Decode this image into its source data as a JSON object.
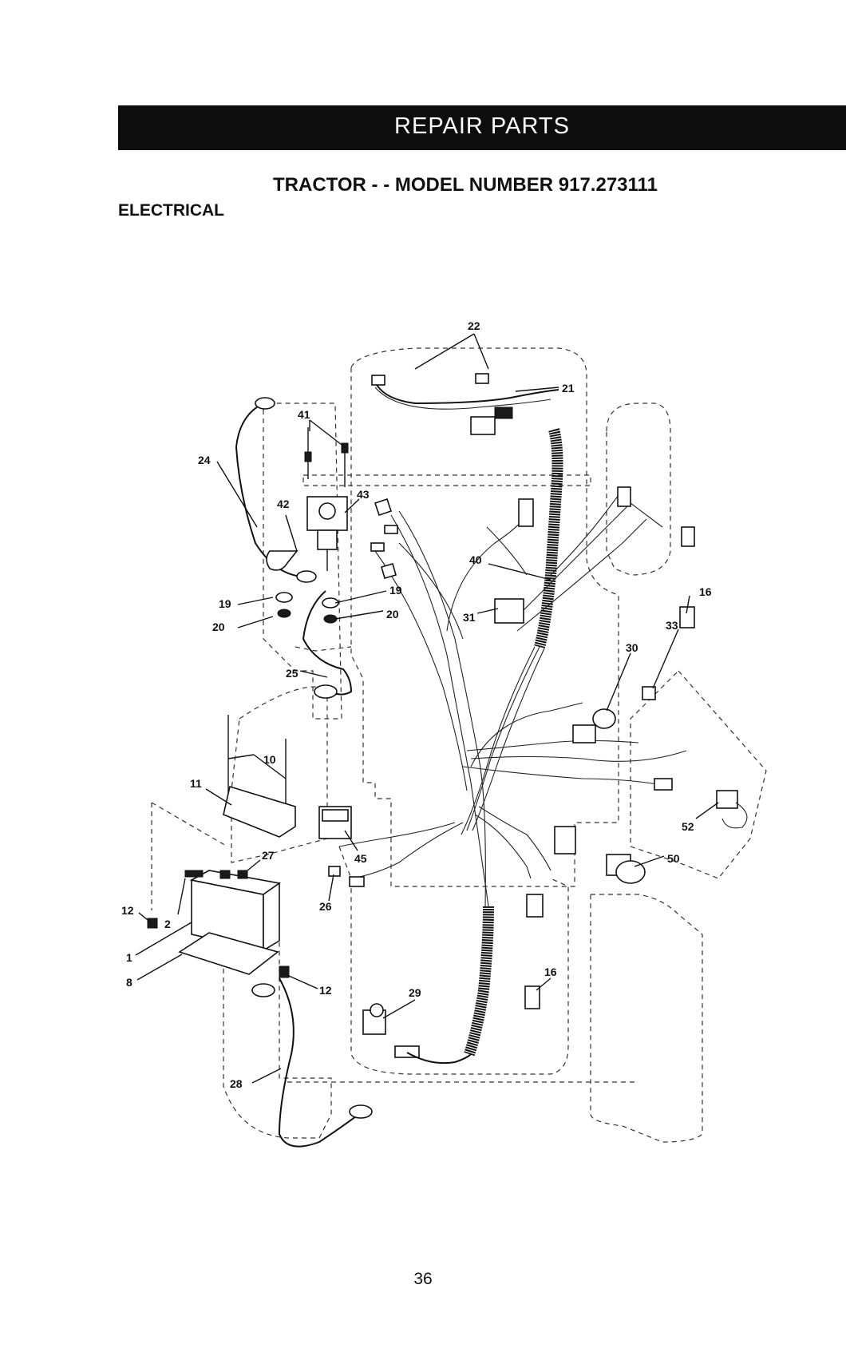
{
  "header": {
    "banner": "REPAIR PARTS"
  },
  "title": "TRACTOR - - MODEL NUMBER 917.273111",
  "section": "ELECTRICAL",
  "callouts": {
    "c1": "1",
    "c2": "2",
    "c8": "8",
    "c10": "10",
    "c11": "11",
    "c12a": "12",
    "c12b": "12",
    "c16a": "16",
    "c16b": "16",
    "c19a": "19",
    "c19b": "19",
    "c20a": "20",
    "c20b": "20",
    "c21": "21",
    "c22": "22",
    "c24": "24",
    "c25": "25",
    "c26": "26",
    "c27": "27",
    "c28": "28",
    "c29": "29",
    "c30": "30",
    "c31": "31",
    "c33": "33",
    "c40": "40",
    "c41": "41",
    "c42": "42",
    "c43": "43",
    "c45": "45",
    "c50": "50",
    "c52": "52"
  },
  "page_number": "36"
}
